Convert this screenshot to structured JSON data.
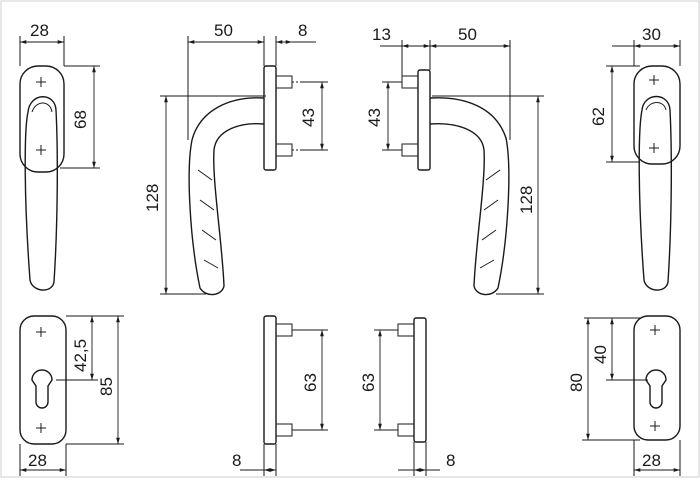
{
  "dimensions": {
    "top_left_width": "28",
    "top_left_height": "68",
    "side_left_projection": "50",
    "side_left_plate": "8",
    "side_left_screws": "43",
    "side_left_height": "128",
    "side_right_plate": "13",
    "side_right_projection": "50",
    "side_right_screws": "43",
    "side_right_height": "128",
    "top_right_width": "30",
    "top_right_height": "62",
    "bottom_left_height_a": "42,5",
    "bottom_left_height_b": "85",
    "bottom_left_width": "28",
    "bottom_mid_left_screws": "63",
    "bottom_mid_left_plate": "8",
    "bottom_mid_right_screws": "63",
    "bottom_mid_right_plate": "8",
    "bottom_right_height_a": "40",
    "bottom_right_height_b": "80",
    "bottom_right_width": "28"
  }
}
